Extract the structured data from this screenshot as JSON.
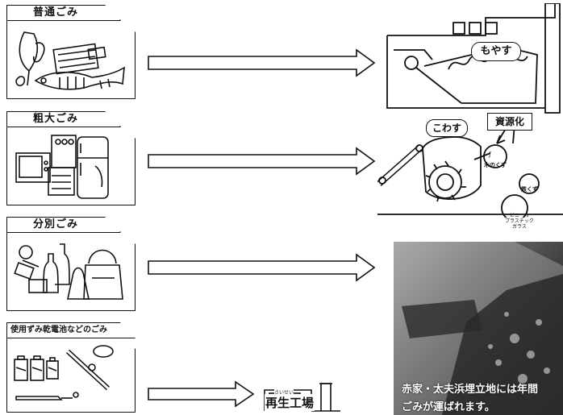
{
  "categories": [
    {
      "label": "普通ごみ"
    },
    {
      "label": "粗大ごみ"
    },
    {
      "label": "分別ごみ"
    },
    {
      "label": "使用ずみ乾電池などのごみ"
    }
  ],
  "incinerator": {
    "label": "もやす"
  },
  "crusher": {
    "label": "こわす",
    "resource_label": "資源化",
    "wood": "木のくず",
    "iron": "鉄くず",
    "plastic": "ビニール\nプラスチック\nガラス"
  },
  "recycle_factory": {
    "furigana": "さいせい",
    "label": "再生工場"
  },
  "landfill": {
    "caption_line1": "赤家・太夫浜埋立地には年間",
    "caption_line2": "ごみが運ばれます。"
  }
}
